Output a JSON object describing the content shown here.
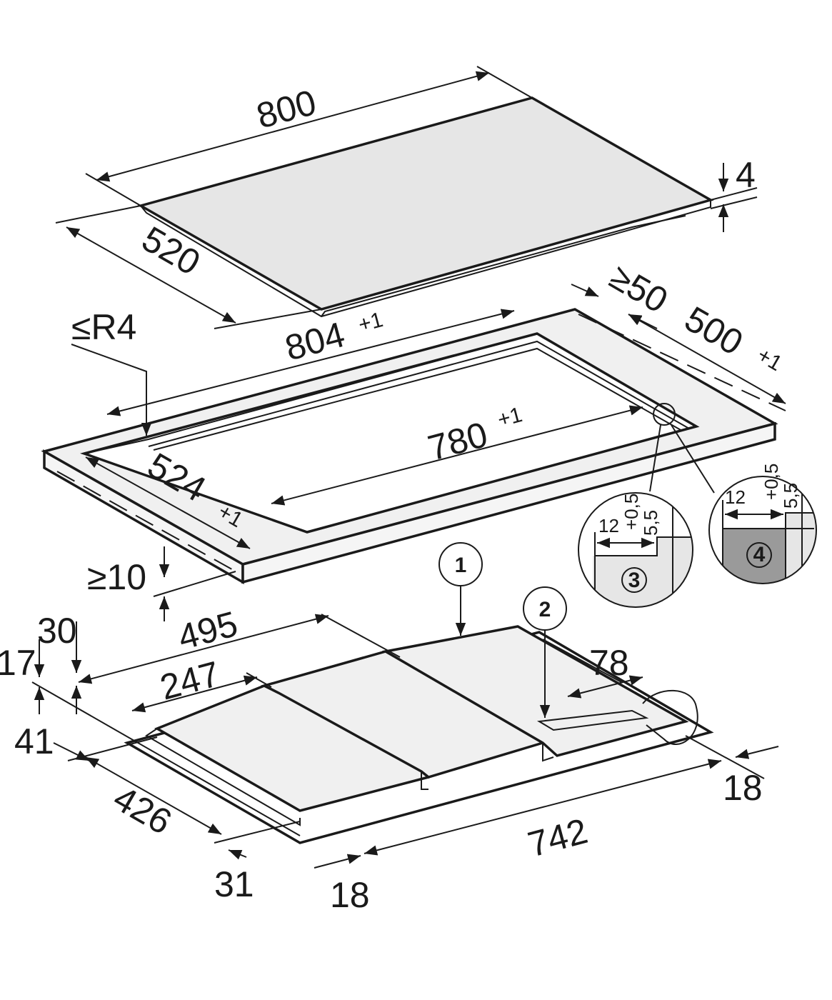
{
  "hob_glass": {
    "width": "800",
    "depth": "520",
    "thickness": "4"
  },
  "cutout": {
    "corner_radius": "≤R4",
    "outer_width": "804",
    "outer_width_tol": "+1",
    "outer_depth": "500",
    "outer_depth_tol": "+1",
    "inner_width": "780",
    "inner_width_tol": "+1",
    "inner_depth": "524",
    "inner_depth_tol": "+1",
    "rear_clearance": "≥50",
    "front_clearance": "≥10"
  },
  "details": [
    {
      "number": "3",
      "width": "12",
      "depth": "5,5",
      "depth_tol": "+0,5"
    },
    {
      "number": "4",
      "width": "12",
      "depth": "5,5",
      "depth_tol": "+0,5"
    }
  ],
  "underside": {
    "callouts": [
      "1",
      "2"
    ],
    "dims": {
      "d495": "495",
      "d247": "247",
      "d78": "78",
      "d30": "30",
      "d17": "17",
      "d41": "41",
      "d426": "426",
      "d742": "742",
      "d31": "31",
      "d18_front": "18",
      "d18_right": "18"
    }
  },
  "colors": {
    "glass": "#e6e6e6",
    "frame": "#f0f0f0",
    "detail_dark": "#9a9a9a",
    "line": "#1a1a1a"
  }
}
